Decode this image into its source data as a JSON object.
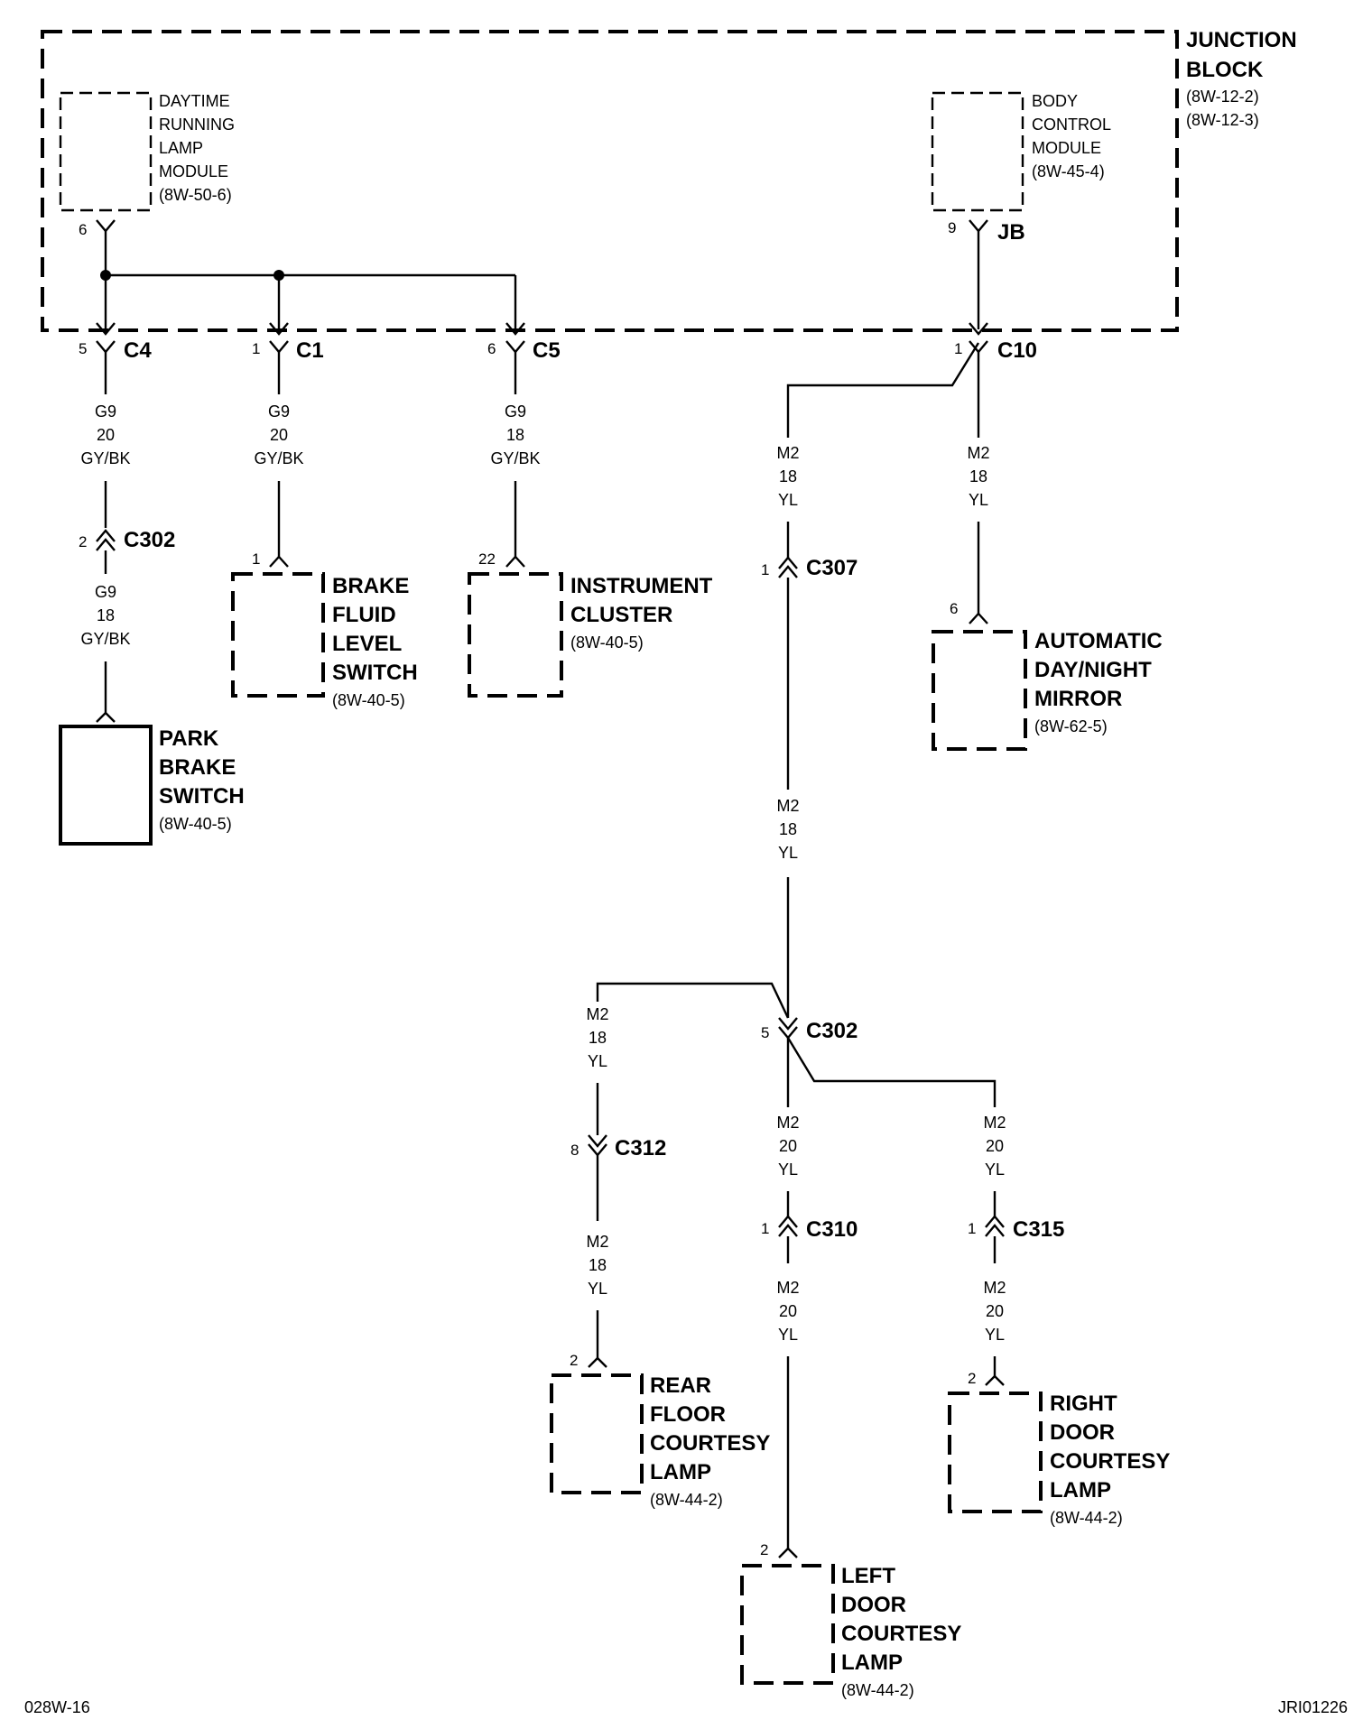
{
  "junction_block": {
    "name_line1": "JUNCTION",
    "name_line2": "BLOCK",
    "ref1": "(8W-12-2)",
    "ref2": "(8W-12-3)"
  },
  "drl_module": {
    "lines": [
      "DAYTIME",
      "RUNNING",
      "LAMP",
      "MODULE",
      "(8W-50-6)"
    ],
    "pin": "6"
  },
  "bcm": {
    "lines": [
      "BODY",
      "CONTROL",
      "MODULE",
      "(8W-45-4)"
    ],
    "pin": "9",
    "connector": "JB"
  },
  "connectors": {
    "c4": {
      "pin": "5",
      "name": "C4"
    },
    "c1": {
      "pin": "1",
      "name": "C1"
    },
    "c5": {
      "pin": "6",
      "name": "C5"
    },
    "c10": {
      "pin": "1",
      "name": "C10"
    },
    "c302a": {
      "pin": "2",
      "name": "C302"
    },
    "c307": {
      "pin": "1",
      "name": "C307"
    },
    "c302b": {
      "pin": "5",
      "name": "C302"
    },
    "c312": {
      "pin": "8",
      "name": "C312"
    },
    "c310": {
      "pin": "1",
      "name": "C310"
    },
    "c315": {
      "pin": "1",
      "name": "C315"
    }
  },
  "wires": {
    "w_c4_top": [
      "G9",
      "20",
      "GY/BK"
    ],
    "w_c4_bot": [
      "G9",
      "18",
      "GY/BK"
    ],
    "w_c1": [
      "G9",
      "20",
      "GY/BK"
    ],
    "w_c5": [
      "G9",
      "18",
      "GY/BK"
    ],
    "w_c10_left": [
      "M2",
      "18",
      "YL"
    ],
    "w_c10_right": [
      "M2",
      "18",
      "YL"
    ],
    "w_c307_bot": [
      "M2",
      "18",
      "YL"
    ],
    "w_rear_top": [
      "M2",
      "18",
      "YL"
    ],
    "w_rear_bot": [
      "M2",
      "18",
      "YL"
    ],
    "w_left_top": [
      "M2",
      "20",
      "YL"
    ],
    "w_left_bot": [
      "M2",
      "20",
      "YL"
    ],
    "w_right_top": [
      "M2",
      "20",
      "YL"
    ],
    "w_right_bot": [
      "M2",
      "20",
      "YL"
    ]
  },
  "park_brake_switch": {
    "lines": [
      "PARK",
      "BRAKE",
      "SWITCH"
    ],
    "ref": "(8W-40-5)"
  },
  "brake_fluid_switch": {
    "lines": [
      "BRAKE",
      "FLUID",
      "LEVEL",
      "SWITCH"
    ],
    "ref": "(8W-40-5)",
    "pin": "1"
  },
  "instrument_cluster": {
    "lines": [
      "INSTRUMENT",
      "CLUSTER"
    ],
    "ref": "(8W-40-5)",
    "pin": "22"
  },
  "mirror": {
    "lines": [
      "AUTOMATIC",
      "DAY/NIGHT",
      "MIRROR"
    ],
    "ref": "(8W-62-5)",
    "pin": "6"
  },
  "rear_floor_lamp": {
    "lines": [
      "REAR",
      "FLOOR",
      "COURTESY",
      "LAMP"
    ],
    "ref": "(8W-44-2)",
    "pin": "2"
  },
  "left_door_lamp": {
    "lines": [
      "LEFT",
      "DOOR",
      "COURTESY",
      "LAMP"
    ],
    "ref": "(8W-44-2)",
    "pin": "2"
  },
  "right_door_lamp": {
    "lines": [
      "RIGHT",
      "DOOR",
      "COURTESY",
      "LAMP"
    ],
    "ref": "(8W-44-2)",
    "pin": "2"
  },
  "footer": {
    "left": "028W-16",
    "right": "JRI01226"
  }
}
